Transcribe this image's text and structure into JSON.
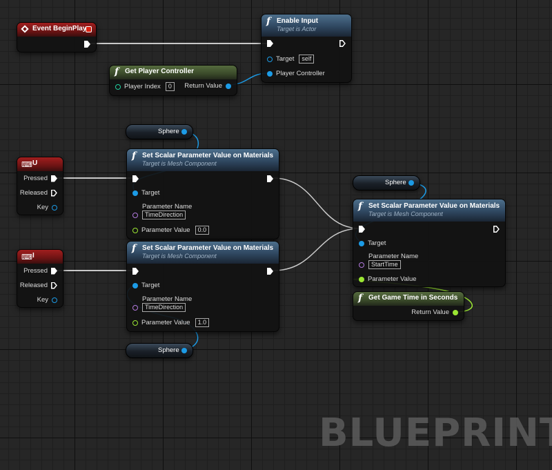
{
  "nodes": {
    "event_begin_play": {
      "title": "Event BeginPlay"
    },
    "enable_input": {
      "title": "Enable Input",
      "subtitle": "Target is Actor",
      "pin_target": "Target",
      "target_value": "self",
      "pin_player_controller": "Player Controller"
    },
    "get_player_controller": {
      "title": "Get Player Controller",
      "pin_player_index": "Player Index",
      "player_index_value": "0",
      "pin_return_value": "Return Value"
    },
    "key_u": {
      "title": "U",
      "pin_pressed": "Pressed",
      "pin_released": "Released",
      "pin_key": "Key"
    },
    "key_i": {
      "title": "I",
      "pin_pressed": "Pressed",
      "pin_released": "Released",
      "pin_key": "Key"
    },
    "set_scalar_1": {
      "title": "Set Scalar Parameter Value on Materials",
      "subtitle": "Target is Mesh Component",
      "pin_target": "Target",
      "pin_parameter_name": "Parameter Name",
      "parameter_name_value": "TimeDirection",
      "pin_parameter_value": "Parameter Value",
      "parameter_value": "0.0"
    },
    "set_scalar_2": {
      "title": "Set Scalar Parameter Value on Materials",
      "subtitle": "Target is Mesh Component",
      "pin_target": "Target",
      "pin_parameter_name": "Parameter Name",
      "parameter_name_value": "TimeDirection",
      "pin_parameter_value": "Parameter Value",
      "parameter_value": "1.0"
    },
    "set_scalar_3": {
      "title": "Set Scalar Parameter Value on Materials",
      "subtitle": "Target is Mesh Component",
      "pin_target": "Target",
      "pin_parameter_name": "Parameter Name",
      "parameter_name_value": "StartTime",
      "pin_parameter_value": "Parameter Value"
    },
    "get_game_time": {
      "title": "Get Game Time in Seconds",
      "pin_return_value": "Return Value"
    }
  },
  "variables": {
    "sphere_1": "Sphere",
    "sphere_2": "Sphere",
    "sphere_3": "Sphere"
  },
  "watermark": "BLUEPRINT",
  "colors": {
    "exec_wire": "#ffffff",
    "object_pin": "#1c9be6",
    "float_pin": "#9be633",
    "name_pin": "#b27ade",
    "int_pin": "#20d0a0",
    "function_header": "#2f4760",
    "pure_function_header": "#3a4a2a",
    "event_header": "#8a1a1a"
  }
}
